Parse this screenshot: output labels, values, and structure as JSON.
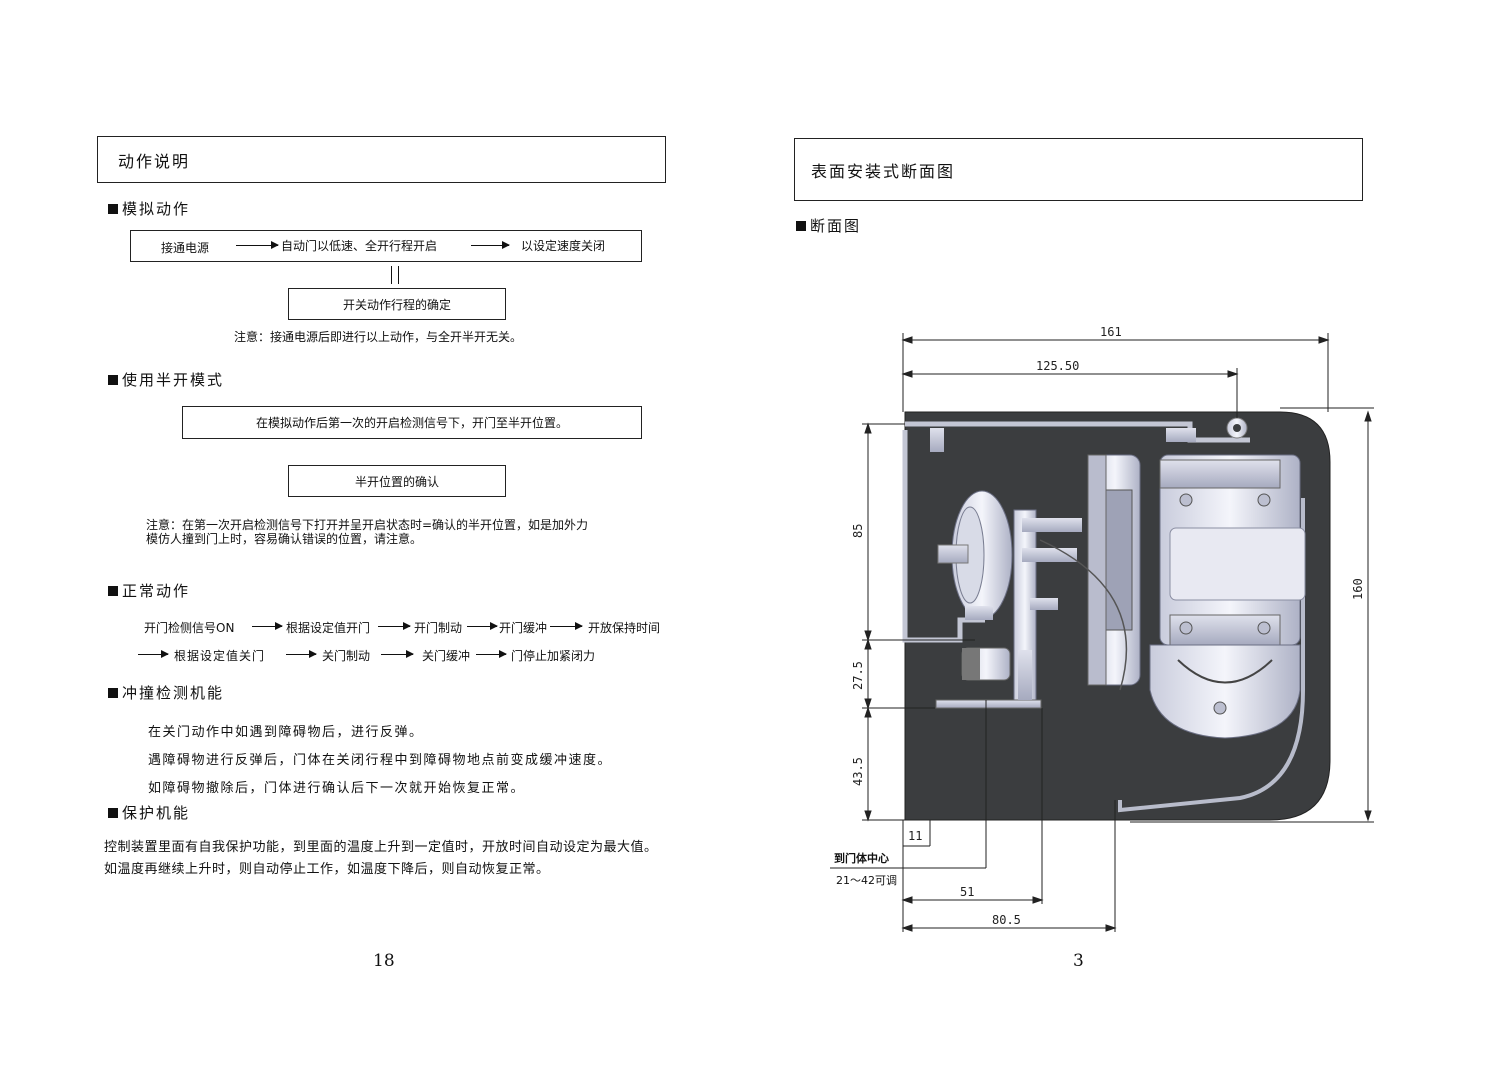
{
  "left_page": {
    "title": "动作说明",
    "sim": {
      "heading": "模拟动作",
      "step1": "接通电源",
      "step2": "自动门以低速、全开行程开启",
      "step3": "以设定速度关闭",
      "confirm_box": "开关动作行程的确定",
      "note": "注意：接通电源后即进行以上动作，与全开半开无关。"
    },
    "half": {
      "heading": "使用半开模式",
      "box1": "在模拟动作后第一次的开启检测信号下，开门至半开位置。",
      "box2": "半开位置的确认",
      "note_line1": "注意：在第一次开启检测信号下打开并呈开启状态时=确认的半开位置，如是加外力",
      "note_line2": "模仿人撞到门上时，容易确认错误的位置，请注意。"
    },
    "normal": {
      "heading": "正常动作",
      "row1": [
        "开门检侧信号ON",
        "根据设定值开门",
        "开门制动",
        "开门缓冲",
        "开放保持时间"
      ],
      "row2": [
        "根据设定值关门",
        "关门制动",
        "关门缓冲",
        "门停止加紧闭力"
      ]
    },
    "collision": {
      "heading": "冲撞检测机能",
      "lines": [
        "在关门动作中如遇到障碍物后，进行反弹。",
        "遇障碍物进行反弹后，门体在关闭行程中到障碍物地点前变成缓冲速度。",
        "如障碍物撤除后，门体进行确认后下一次就开始恢复正常。"
      ]
    },
    "protect": {
      "heading": "保护机能",
      "lines": [
        "控制装置里面有自我保护功能，到里面的温度上升到一定值时，开放时间自动设定为最大值。",
        "如温度再继续上升时，则自动停止工作，如温度下降后，则自动恢复正常。"
      ]
    },
    "page_number": "18"
  },
  "right_page": {
    "title": "表面安装式断面图",
    "heading": "断面图",
    "dims": {
      "top_width": "161",
      "inner_width": "125.50",
      "height": "160",
      "left_upper": "85",
      "left_mid": "27.5",
      "left_lower": "43.5",
      "bottom_small": "11",
      "bottom_mid": "51",
      "bottom_wide": "80.5"
    },
    "labels": {
      "door_center": "到门体中心",
      "adjustable": "21～42可调"
    },
    "page_number": "3"
  }
}
